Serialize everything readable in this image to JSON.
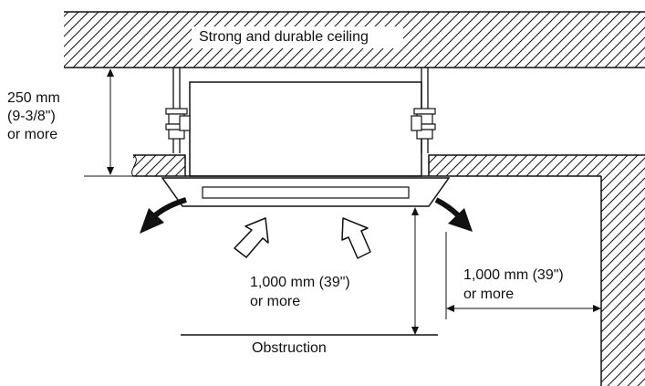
{
  "labels": {
    "ceiling": "Strong and durable ceiling",
    "drop_height": [
      "250 mm",
      "(9-3/8\")",
      "or more"
    ],
    "below_clearance": [
      "1,000 mm (39\")",
      "or more"
    ],
    "side_clearance": [
      "1,000 mm (39\")",
      "or more"
    ],
    "obstruction": "Obstruction"
  },
  "colors": {
    "line": "#111111",
    "background": "#ffffff"
  }
}
